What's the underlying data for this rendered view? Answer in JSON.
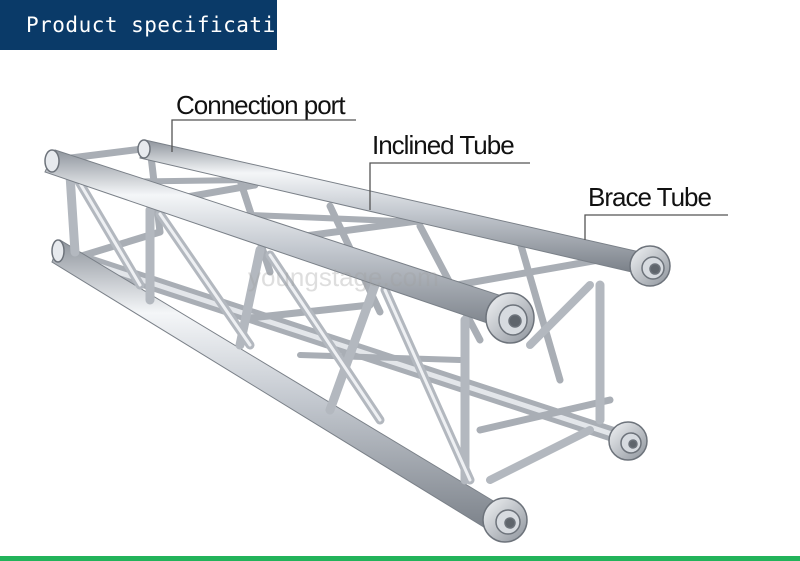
{
  "header": {
    "title": "Product specification"
  },
  "callouts": {
    "connection_port": "Connection port",
    "inclined_tube": "Inclined Tube",
    "brace_tube": "Brace Tube"
  },
  "watermark": "youngstage.com",
  "colors": {
    "banner": "#0a3a68",
    "footer": "#22b35a",
    "tube": "#c8ccd2"
  },
  "icons": {
    "truss": "aluminum-square-truss-illustration"
  }
}
